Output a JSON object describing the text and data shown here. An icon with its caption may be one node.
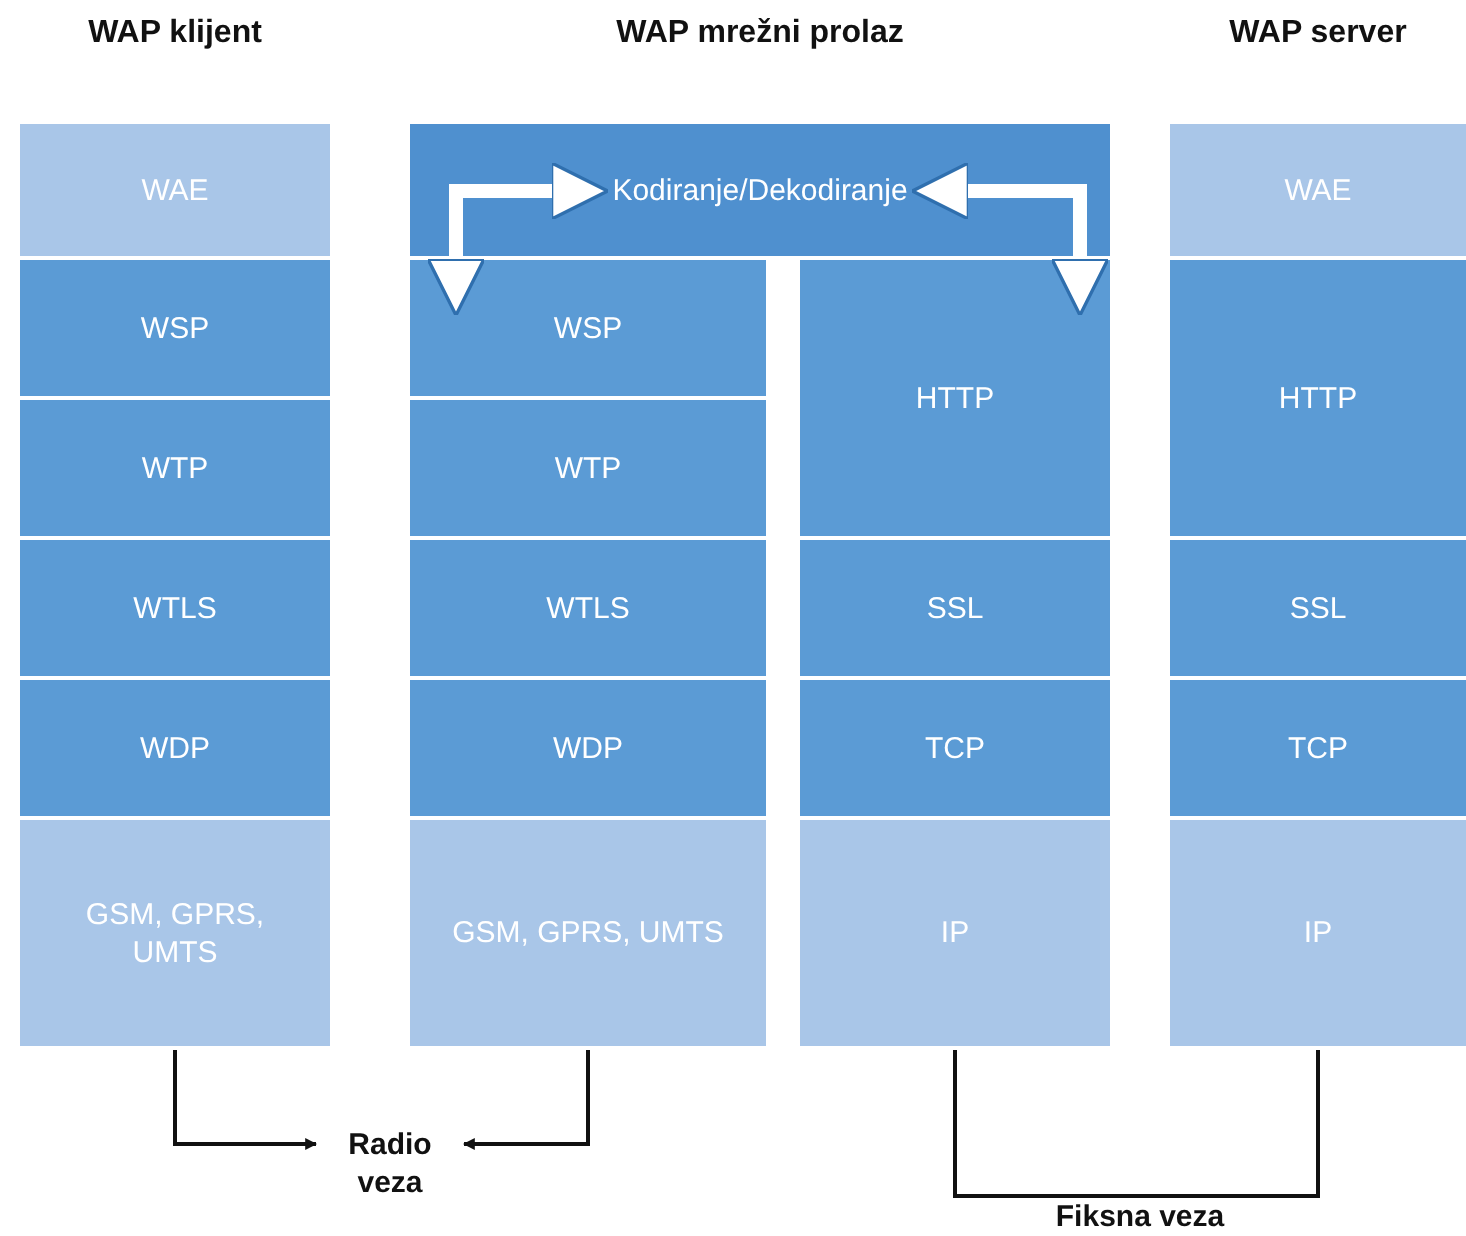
{
  "diagram": {
    "nodes": [
      {
        "text": [
          "WAP klijent"
        ]
      },
      {
        "text": [
          "WAE"
        ],
        "in": 0
      },
      {
        "text": [
          "WSP"
        ],
        "in": 0
      },
      {
        "text": [
          "WTP"
        ],
        "in": 0
      },
      {
        "text": [
          "WTLS"
        ],
        "in": 0
      },
      {
        "text": [
          "WDP"
        ],
        "in": 0
      },
      {
        "text": [
          "GSM, GPRS, UMTS"
        ],
        "in": 0
      },
      {
        "text": [
          "WAP mrežni prolaz"
        ]
      },
      {
        "text": [
          "Kodiranje/Dekodiranje"
        ],
        "in": 7
      },
      {
        "text": [
          "WSP"
        ],
        "in": 7
      },
      {
        "text": [
          "WTP"
        ],
        "in": 7
      },
      {
        "text": [
          "WTLS"
        ],
        "in": 7
      },
      {
        "text": [
          "WDP"
        ],
        "in": 7
      },
      {
        "text": [
          "GSM, GPRS, UMTS"
        ],
        "in": 7
      },
      {
        "text": [
          "HTTP"
        ],
        "in": 7
      },
      {
        "text": [
          "SSL"
        ],
        "in": 7
      },
      {
        "text": [
          "TCP"
        ],
        "in": 7
      },
      {
        "text": [
          "IP"
        ],
        "in": 7
      },
      {
        "text": [
          "WAP server"
        ]
      },
      {
        "text": [
          "WAE"
        ],
        "in": 18
      },
      {
        "text": [
          "HTTP"
        ],
        "in": 18
      },
      {
        "text": [
          "SSL"
        ],
        "in": 18
      },
      {
        "text": [
          "TCP"
        ],
        "in": 18
      },
      {
        "text": [
          "IP"
        ],
        "in": 18
      },
      {
        "text": [
          "Radio veza"
        ]
      }
    ],
    "edges": [
      {
        "from": 8,
        "to": 9,
        "arrow": "both",
        "style": "thick",
        "color": "#ffffff"
      },
      {
        "from": 8,
        "to": 14,
        "arrow": "both",
        "style": "thick",
        "color": "#ffffff"
      },
      {
        "from": 6,
        "to": 24,
        "arrow": "to"
      },
      {
        "from": 13,
        "to": 24,
        "arrow": "to"
      },
      {
        "from": 17,
        "to": 23,
        "arrow": "none",
        "label": "Fiksna veza"
      }
    ]
  }
}
